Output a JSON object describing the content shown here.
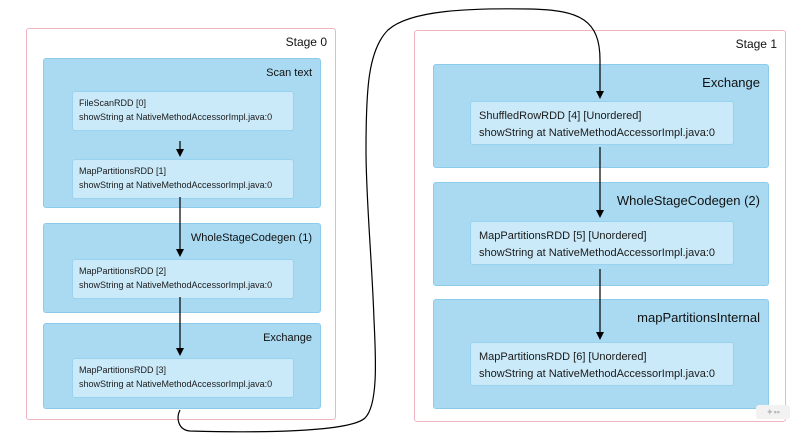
{
  "stages": [
    {
      "title": "Stage 0",
      "clusters": [
        {
          "title": "Scan text",
          "nodes": [
            {
              "line1": "FileScanRDD [0]",
              "line2": "showString at NativeMethodAccessorImpl.java:0"
            },
            {
              "line1": "MapPartitionsRDD [1]",
              "line2": "showString at NativeMethodAccessorImpl.java:0"
            }
          ]
        },
        {
          "title": "WholeStageCodegen (1)",
          "nodes": [
            {
              "line1": "MapPartitionsRDD [2]",
              "line2": "showString at NativeMethodAccessorImpl.java:0"
            }
          ]
        },
        {
          "title": "Exchange",
          "nodes": [
            {
              "line1": "MapPartitionsRDD [3]",
              "line2": "showString at NativeMethodAccessorImpl.java:0"
            }
          ]
        }
      ]
    },
    {
      "title": "Stage 1",
      "clusters": [
        {
          "title": "Exchange",
          "nodes": [
            {
              "line1": "ShuffledRowRDD [4] [Unordered]",
              "line2": "showString at NativeMethodAccessorImpl.java:0"
            }
          ]
        },
        {
          "title": "WholeStageCodegen (2)",
          "nodes": [
            {
              "line1": "MapPartitionsRDD [5] [Unordered]",
              "line2": "showString at NativeMethodAccessorImpl.java:0"
            }
          ]
        },
        {
          "title": "mapPartitionsInternal",
          "nodes": [
            {
              "line1": "MapPartitionsRDD [6] [Unordered]",
              "line2": "showString at NativeMethodAccessorImpl.java:0"
            }
          ]
        }
      ]
    }
  ]
}
